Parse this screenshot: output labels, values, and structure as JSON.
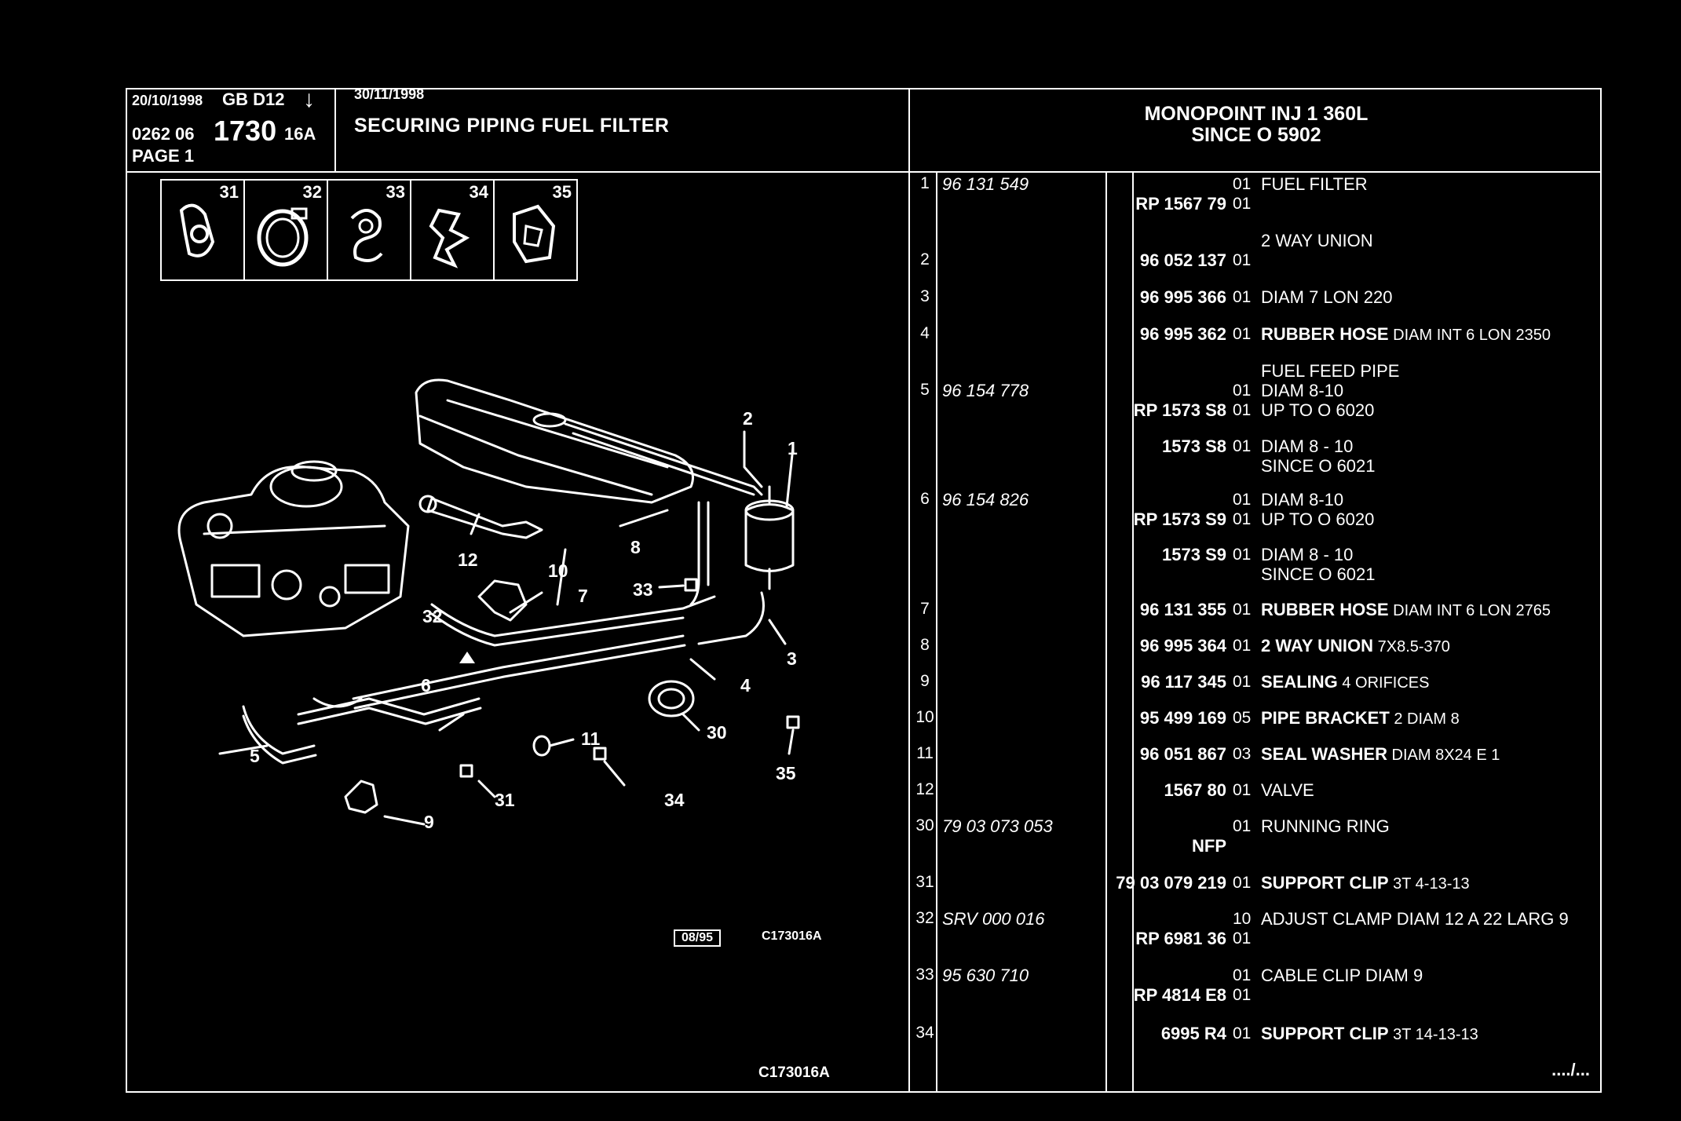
{
  "header": {
    "date1": "20/10/1998",
    "lang_code": "GB  D12",
    "ref_small1": "0262  06",
    "ref_big": "1730",
    "ref_small2": "16A",
    "page": "PAGE  1",
    "date2": "30/11/1998",
    "title": "SECURING PIPING FUEL FILTER",
    "model_line1": "MONOPOINT INJ 1 360L",
    "model_line2": "SINCE O  5902"
  },
  "thumbnails": [
    "31",
    "32",
    "33",
    "34",
    "35"
  ],
  "diagram": {
    "callouts": [
      "1",
      "2",
      "3",
      "4",
      "5",
      "6",
      "7",
      "8",
      "9",
      "10",
      "11",
      "12",
      "30",
      "31",
      "32",
      "33",
      "34",
      "35"
    ],
    "date_box": "08/95",
    "code_inner": "C173016A",
    "code_bottom": "C173016A"
  },
  "parts": [
    {
      "idx": "1",
      "p1": "96 131 549",
      "p2": "RP  1567 79",
      "qty": "01\n01",
      "desc": [
        {
          "t": "FUEL FILTER",
          "s": "i"
        }
      ]
    },
    {
      "idx": "2",
      "p1": "",
      "p2": "96 052 137",
      "qty": "01",
      "desc": [
        {
          "t": "2 WAY UNION",
          "s": "b"
        }
      ]
    },
    {
      "idx": "3",
      "p1": "",
      "p2": "96 995 366",
      "qty": "01",
      "desc": [
        {
          "t": "DIAM 7 LON 220",
          "s": "n"
        }
      ]
    },
    {
      "idx": "4",
      "p1": "",
      "p2": "96 995 362",
      "qty": "01",
      "desc": [
        {
          "t": "RUBBER HOSE",
          "s": "b"
        },
        {
          "t": " DIAM INT 6 LON 2350",
          "s": "sm"
        }
      ]
    },
    {
      "idx": "5",
      "p1": "96 154 778",
      "p2": "RP  1573 S8",
      "qty": "01\n01",
      "desc": [
        {
          "t": "DIAM 8-10",
          "s": "i"
        }
      ]
    },
    {
      "idx": "",
      "p1": "",
      "p2": "1573 S8",
      "qty": "01",
      "desc": [
        {
          "t": "DIAM 8 - 10",
          "s": "sm"
        }
      ]
    },
    {
      "idx": "6",
      "p1": "96 154 826",
      "p2": "RP  1573 S9",
      "qty": "01\n01",
      "desc": [
        {
          "t": "DIAM 8-10",
          "s": "i"
        }
      ]
    },
    {
      "idx": "",
      "p1": "",
      "p2": "1573 S9",
      "qty": "01",
      "desc": [
        {
          "t": "DIAM 8 - 10",
          "s": "sm"
        }
      ]
    },
    {
      "idx": "7",
      "p1": "",
      "p2": "96 131 355",
      "qty": "01",
      "desc": [
        {
          "t": "RUBBER HOSE",
          "s": "b"
        },
        {
          "t": " DIAM INT 6 LON 2765",
          "s": "sm"
        }
      ]
    },
    {
      "idx": "8",
      "p1": "",
      "p2": "96 995 364",
      "qty": "01",
      "desc": [
        {
          "t": "2 WAY UNION",
          "s": "b"
        },
        {
          "t": " 7X8.5-370",
          "s": "sm"
        }
      ]
    },
    {
      "idx": "9",
      "p1": "",
      "p2": "96 117 345",
      "qty": "01",
      "desc": [
        {
          "t": "SEALING",
          "s": "b"
        },
        {
          "t": " 4 ORIFICES",
          "s": "sm"
        }
      ]
    },
    {
      "idx": "10",
      "p1": "",
      "p2": "95 499 169",
      "qty": "05",
      "desc": [
        {
          "t": "PIPE BRACKET",
          "s": "b"
        },
        {
          "t": " 2 DIAM 8",
          "s": "sm"
        }
      ]
    },
    {
      "idx": "11",
      "p1": "",
      "p2": "96 051 867",
      "qty": "03",
      "desc": [
        {
          "t": "SEAL WASHER",
          "s": "b"
        },
        {
          "t": " DIAM 8X24 E 1",
          "s": "sm"
        }
      ]
    },
    {
      "idx": "12",
      "p1": "",
      "p2": "1567 80",
      "qty": "01",
      "desc": [
        {
          "t": "VALVE",
          "s": "b"
        }
      ]
    },
    {
      "idx": "30",
      "p1": "79 03 073 053",
      "p2": "NFP",
      "qty": "01",
      "desc": [
        {
          "t": "RUNNING RING",
          "s": "i"
        }
      ]
    },
    {
      "idx": "31",
      "p1": "",
      "p2": "79 03 079 219",
      "qty": "01",
      "desc": [
        {
          "t": "SUPPORT CLIP",
          "s": "b"
        },
        {
          "t": " 3T 4-13-13",
          "s": "sm"
        }
      ]
    },
    {
      "idx": "32",
      "p1": "SRV 000 016",
      "p2": "RP  6981 36",
      "qty": "10\n01",
      "desc": [
        {
          "t": "ADJUST CLAMP DIAM 12 A 22 LARG 9",
          "s": "i"
        }
      ]
    },
    {
      "idx": "33",
      "p1": "95 630 710",
      "p2": "RP  4814 E8",
      "qty": "01\n01",
      "desc": [
        {
          "t": "CABLE CLIP DIAM 9",
          "s": "i"
        }
      ]
    },
    {
      "idx": "34",
      "p1": "",
      "p2": "6995 R4",
      "qty": "01",
      "desc": [
        {
          "t": "SUPPORT CLIP",
          "s": "b"
        },
        {
          "t": " 3T 14-13-13",
          "s": "sm"
        }
      ]
    }
  ],
  "extra_lines": {
    "fuel_feed_pipe": "FUEL FEED PIPE",
    "up_to_5": "UP TO O 6020",
    "since_5": "SINCE O 6021",
    "up_to_6": "UP TO O 6020",
    "since_6": "SINCE O 6021"
  },
  "continued": "..../..."
}
